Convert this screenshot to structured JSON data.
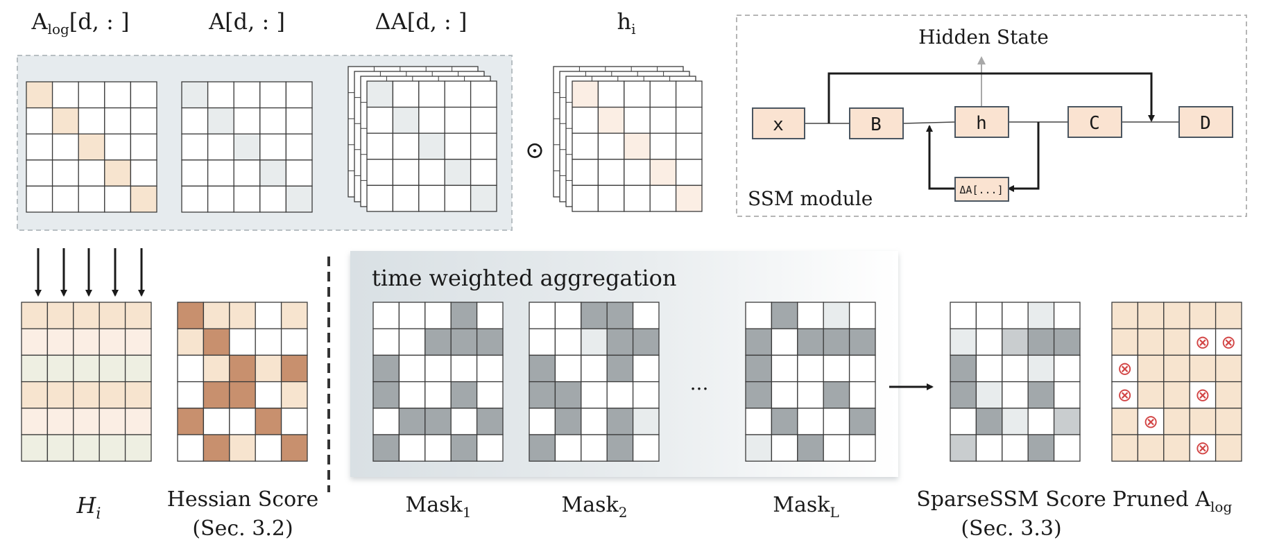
{
  "colors": {
    "peach": "#f7e4cf",
    "peach_light": "#fbeee4",
    "sage_light": "#eeefe2",
    "brown": "#c8906e",
    "gray_dark": "#a2a8ab",
    "gray_mid": "#c9cdcf",
    "gray_light": "#e8eced",
    "panel_bg": "#e6ebee",
    "node_fill": "#fae3d1",
    "red_mark": "#d24545"
  },
  "top": {
    "labels": {
      "alog": "A_log[d,:]",
      "a": "A[d,:]",
      "delta_a": "ΔA[d,:]",
      "h": "h_i"
    },
    "hadamard_symbol": "⊙"
  },
  "ssm": {
    "title": "Hidden State",
    "module_label": "SSM module",
    "nodes": {
      "x": "x",
      "b": "B",
      "h": "h",
      "c": "C",
      "d": "D",
      "delta": "ΔA[...]"
    }
  },
  "bottom": {
    "hi_label": "H_i",
    "hessian_label_1": "Hessian Score",
    "hessian_label_2": "(Sec. 3.2)",
    "aggregation_title": "time weighted aggregation",
    "mask1_label": "Mask_1",
    "mask2_label": "Mask_2",
    "maskL_label": "Mask_L",
    "ellipsis": "...",
    "sparsessm_label_1": "SparseSSM Score",
    "sparsessm_label_2": "(Sec. 3.3)",
    "pruned_label": "Pruned A_log",
    "prune_symbol": "⊗"
  },
  "grids": {
    "alog": {
      "cols": 5,
      "rows": 5,
      "cells": [
        [
          "p",
          "w",
          "w",
          "w",
          "w"
        ],
        [
          "w",
          "p",
          "w",
          "w",
          "w"
        ],
        [
          "w",
          "w",
          "p",
          "w",
          "w"
        ],
        [
          "w",
          "w",
          "w",
          "p",
          "w"
        ],
        [
          "w",
          "w",
          "w",
          "w",
          "p"
        ]
      ]
    },
    "a": {
      "cols": 5,
      "rows": 5,
      "cells": [
        [
          "gl",
          "w",
          "w",
          "w",
          "w"
        ],
        [
          "w",
          "gl",
          "w",
          "w",
          "w"
        ],
        [
          "w",
          "w",
          "gl",
          "w",
          "w"
        ],
        [
          "w",
          "w",
          "w",
          "gl",
          "w"
        ],
        [
          "w",
          "w",
          "w",
          "w",
          "gl"
        ]
      ]
    },
    "delta": {
      "cols": 5,
      "rows": 5,
      "cells": [
        [
          "gl",
          "w",
          "w",
          "w",
          "w"
        ],
        [
          "w",
          "gl",
          "w",
          "w",
          "w"
        ],
        [
          "w",
          "w",
          "gl",
          "w",
          "w"
        ],
        [
          "w",
          "w",
          "w",
          "gl",
          "w"
        ],
        [
          "w",
          "w",
          "w",
          "w",
          "gl"
        ]
      ]
    },
    "h": {
      "cols": 5,
      "rows": 5,
      "cells": [
        [
          "pl",
          "w",
          "w",
          "w",
          "w"
        ],
        [
          "w",
          "pl",
          "w",
          "w",
          "w"
        ],
        [
          "w",
          "w",
          "pl",
          "w",
          "w"
        ],
        [
          "w",
          "w",
          "w",
          "pl",
          "w"
        ],
        [
          "w",
          "w",
          "w",
          "w",
          "pl"
        ]
      ]
    },
    "hi": {
      "cols": 5,
      "rows": 6,
      "cells": [
        [
          "p",
          "p",
          "p",
          "p",
          "p"
        ],
        [
          "pl",
          "pl",
          "pl",
          "pl",
          "pl"
        ],
        [
          "sg",
          "sg",
          "sg",
          "sg",
          "sg"
        ],
        [
          "p",
          "p",
          "p",
          "p",
          "p"
        ],
        [
          "pl",
          "pl",
          "pl",
          "pl",
          "pl"
        ],
        [
          "sg",
          "sg",
          "sg",
          "sg",
          "sg"
        ]
      ]
    },
    "hessian": {
      "cols": 5,
      "rows": 6,
      "cells": [
        [
          "b",
          "p",
          "p",
          "w",
          "p"
        ],
        [
          "p",
          "b",
          "w",
          "w",
          "w"
        ],
        [
          "w",
          "p",
          "b",
          "p",
          "b"
        ],
        [
          "w",
          "b",
          "b",
          "w",
          "p"
        ],
        [
          "b",
          "w",
          "w",
          "b",
          "w"
        ],
        [
          "w",
          "b",
          "p",
          "w",
          "b"
        ]
      ]
    },
    "mask1": {
      "cols": 5,
      "rows": 6,
      "cells": [
        [
          "w",
          "w",
          "w",
          "g",
          "w"
        ],
        [
          "w",
          "w",
          "g",
          "g",
          "g"
        ],
        [
          "g",
          "w",
          "w",
          "w",
          "w"
        ],
        [
          "g",
          "w",
          "w",
          "g",
          "w"
        ],
        [
          "w",
          "g",
          "g",
          "w",
          "g"
        ],
        [
          "g",
          "w",
          "w",
          "g",
          "w"
        ]
      ]
    },
    "mask2": {
      "cols": 5,
      "rows": 6,
      "cells": [
        [
          "w",
          "w",
          "g",
          "g",
          "w"
        ],
        [
          "w",
          "w",
          "gl",
          "g",
          "g"
        ],
        [
          "g",
          "w",
          "w",
          "g",
          "w"
        ],
        [
          "g",
          "g",
          "w",
          "w",
          "w"
        ],
        [
          "w",
          "g",
          "w",
          "g",
          "gl"
        ],
        [
          "g",
          "w",
          "w",
          "g",
          "w"
        ]
      ]
    },
    "maskL": {
      "cols": 5,
      "rows": 6,
      "cells": [
        [
          "w",
          "g",
          "w",
          "gl",
          "w"
        ],
        [
          "g",
          "w",
          "g",
          "g",
          "g"
        ],
        [
          "g",
          "w",
          "w",
          "w",
          "w"
        ],
        [
          "g",
          "w",
          "w",
          "g",
          "w"
        ],
        [
          "w",
          "g",
          "w",
          "w",
          "g"
        ],
        [
          "gl",
          "w",
          "g",
          "w",
          "w"
        ]
      ]
    },
    "sparse": {
      "cols": 5,
      "rows": 6,
      "cells": [
        [
          "w",
          "w",
          "w",
          "gl",
          "w"
        ],
        [
          "gl",
          "w",
          "gm",
          "g",
          "g"
        ],
        [
          "g",
          "w",
          "w",
          "gl",
          "w"
        ],
        [
          "g",
          "gl",
          "w",
          "g",
          "w"
        ],
        [
          "w",
          "g",
          "gl",
          "w",
          "gm"
        ],
        [
          "gm",
          "w",
          "w",
          "g",
          "w"
        ]
      ]
    },
    "pruned": {
      "cols": 5,
      "rows": 6,
      "cells": [
        [
          "p",
          "p",
          "p",
          "p",
          "p"
        ],
        [
          "p",
          "p",
          "p",
          "x",
          "x"
        ],
        [
          "x",
          "p",
          "p",
          "p",
          "p"
        ],
        [
          "x",
          "p",
          "p",
          "x",
          "p"
        ],
        [
          "p",
          "x",
          "p",
          "p",
          "p"
        ],
        [
          "p",
          "p",
          "p",
          "x",
          "p"
        ]
      ]
    }
  }
}
